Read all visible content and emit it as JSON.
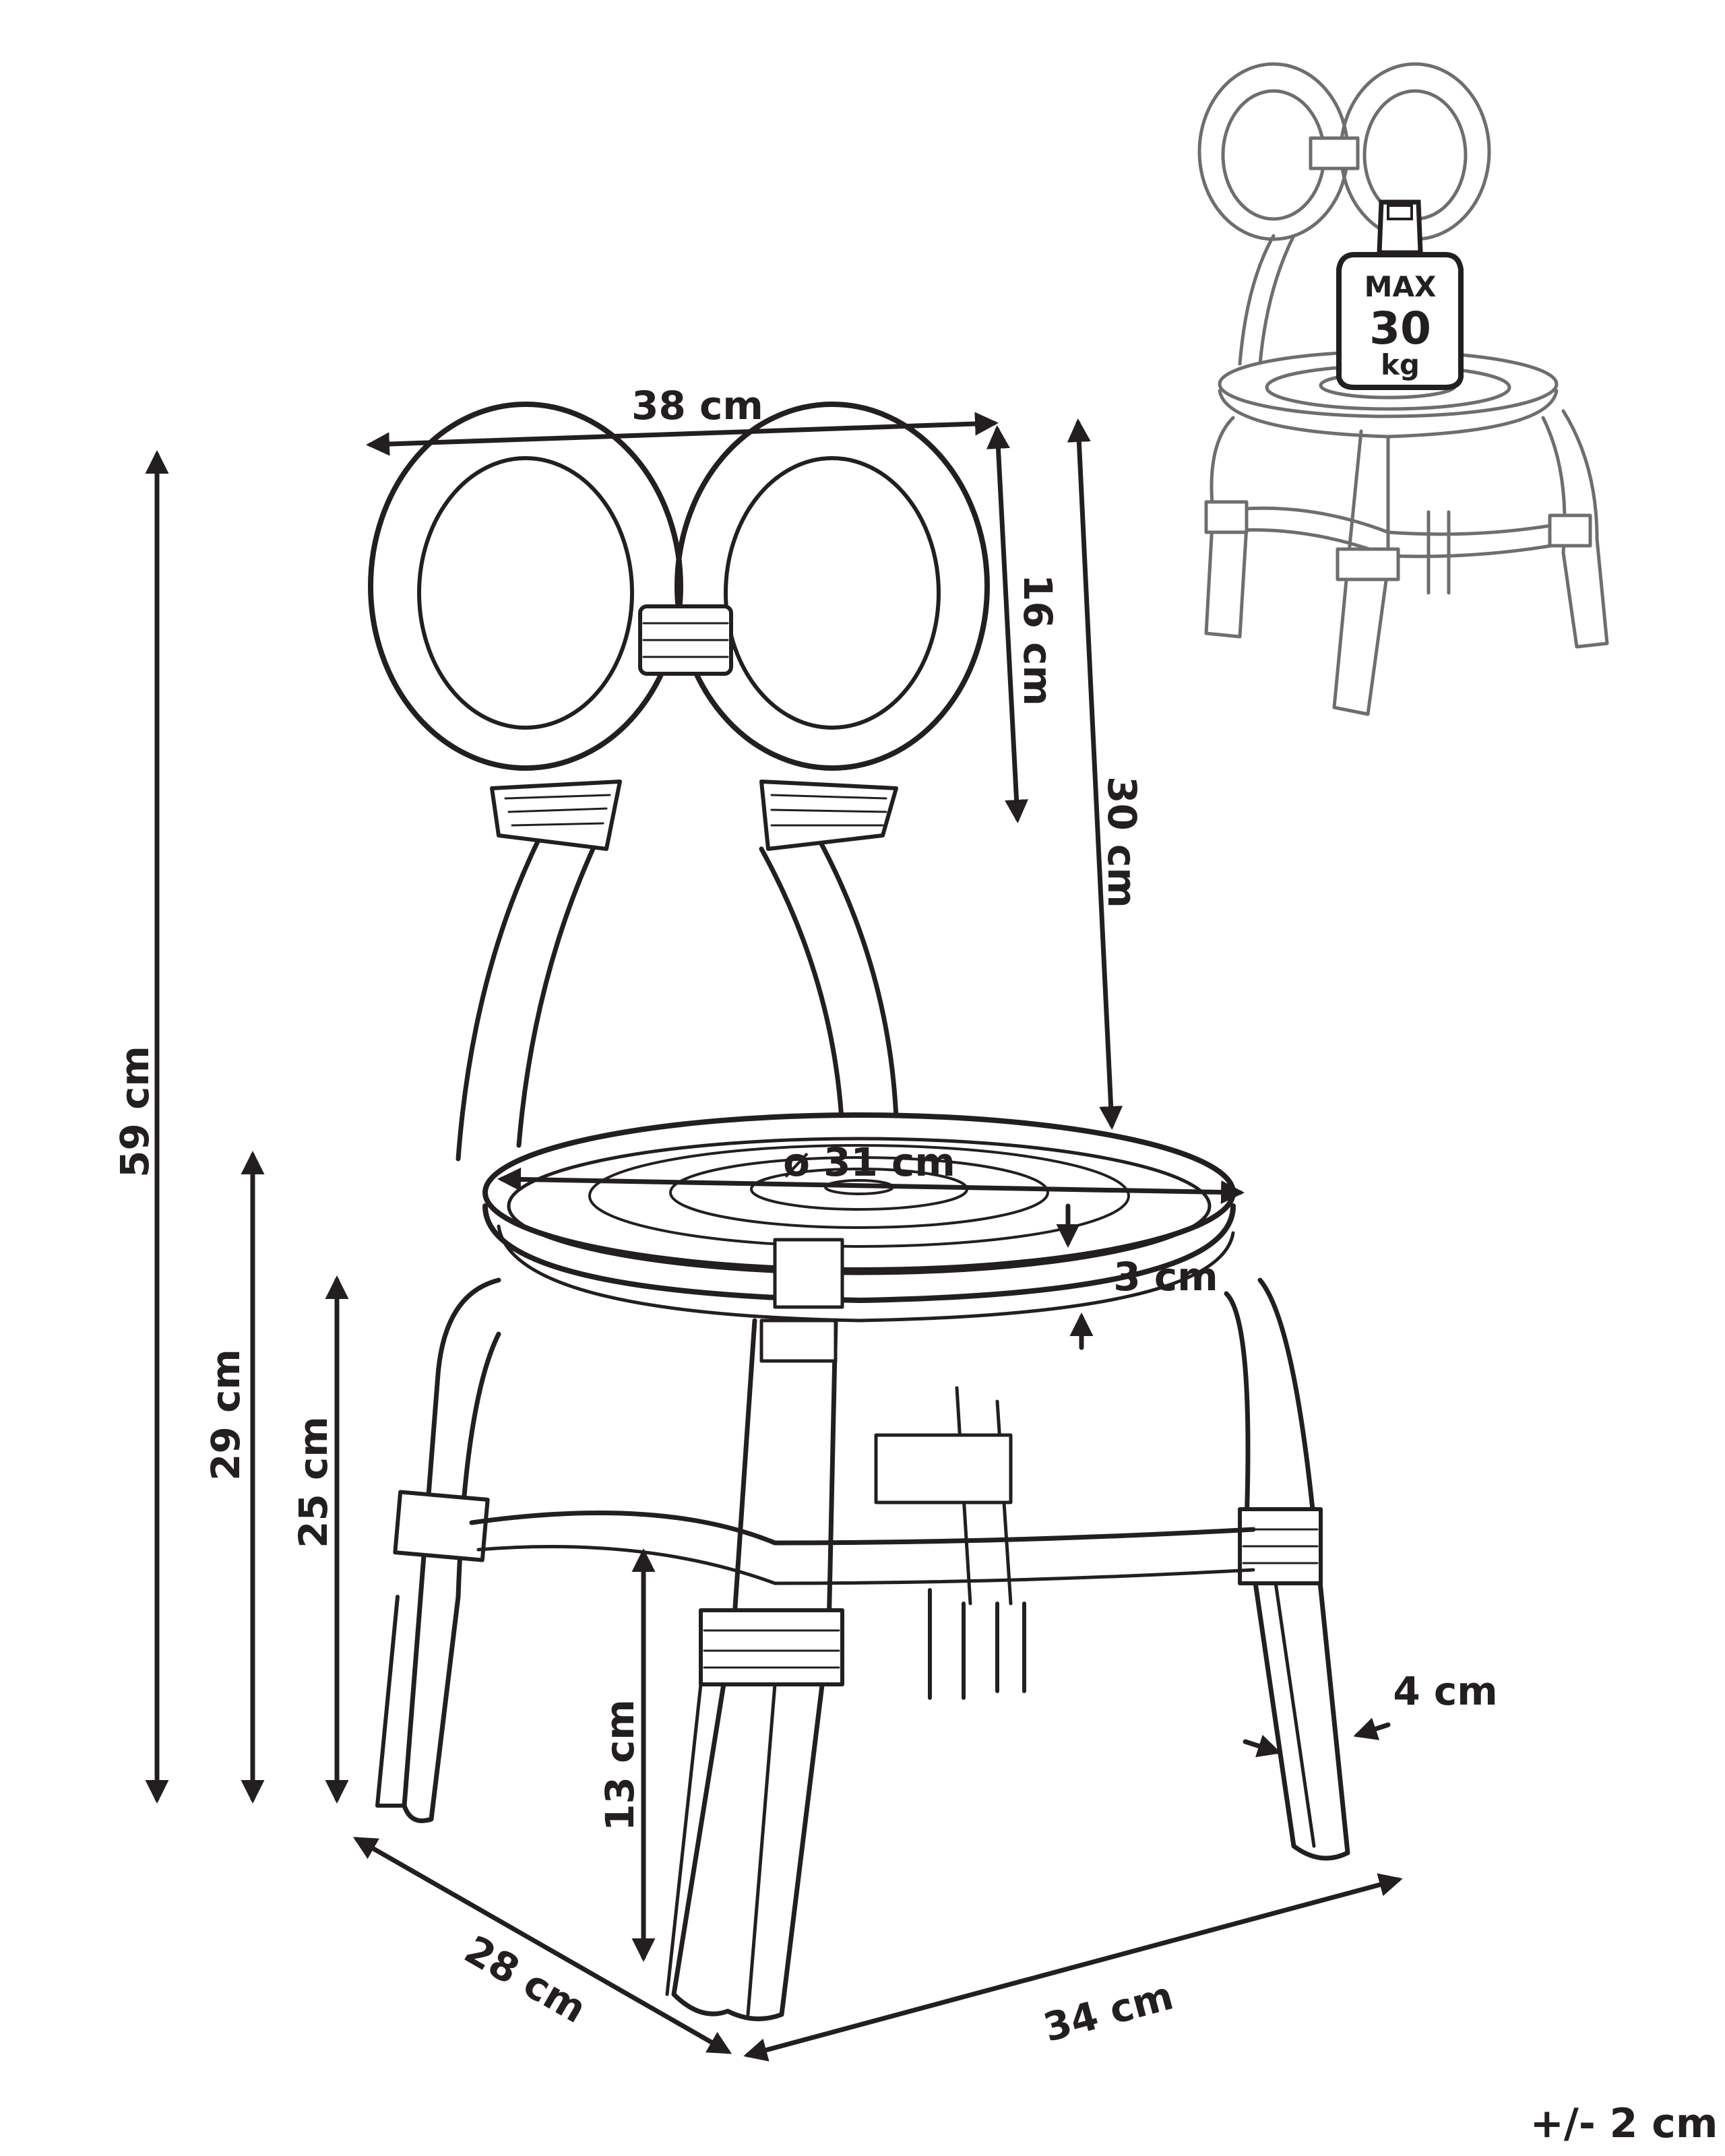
{
  "dimensions": {
    "width_top": "38 cm",
    "backrest_loop_height": "16 cm",
    "backrest_height": "30 cm",
    "total_height": "59 cm",
    "seat_height": "29 cm",
    "frame_height": "25 cm",
    "stretcher_height": "13 cm",
    "seat_diameter": "ø 31 cm",
    "seat_thickness": "3 cm",
    "leg_thickness": "4 cm",
    "depth": "28 cm",
    "width_base": "34 cm"
  },
  "load_weight": {
    "line1": "MAX",
    "line2": "30",
    "line3": "kg"
  },
  "tolerance": "+/- 2 cm",
  "colors": {
    "ink": "#231f20",
    "inset_ink": "#6d6e71",
    "background": "#ffffff"
  }
}
